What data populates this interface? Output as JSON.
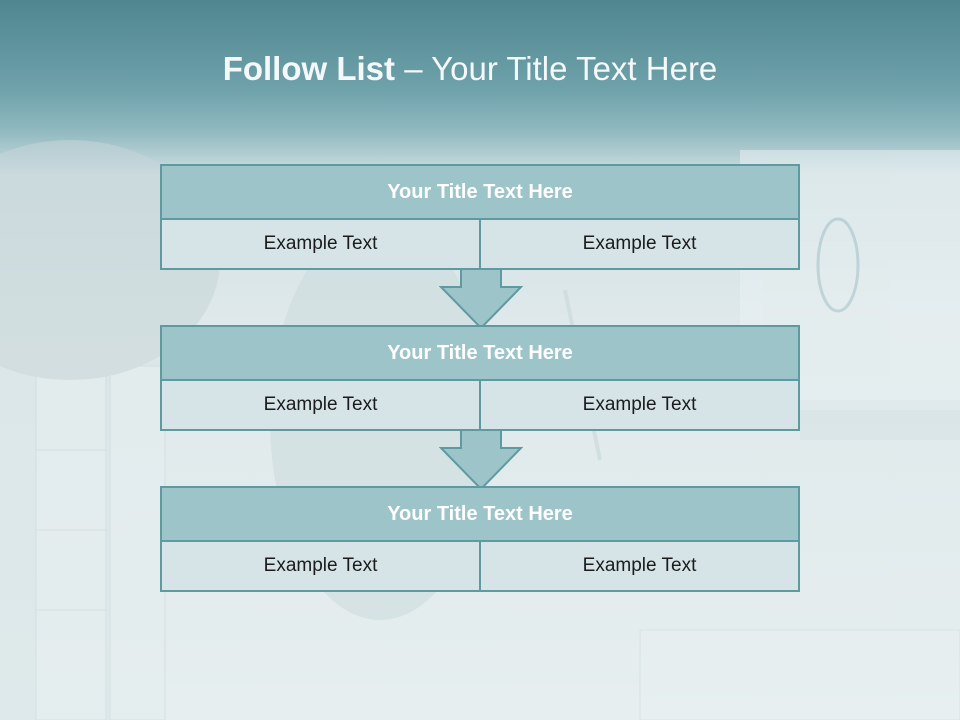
{
  "slide": {
    "title_bold": "Follow List",
    "title_rest": " – Your Title Text Here"
  },
  "steps": [
    {
      "title": "Your Title Text Here",
      "left": "Example Text",
      "right": "Example Text"
    },
    {
      "title": "Your Title Text Here",
      "left": "Example Text",
      "right": "Example Text"
    },
    {
      "title": "Your Title Text Here",
      "left": "Example Text",
      "right": "Example Text"
    }
  ],
  "colors": {
    "header_fill": "#9cc4c9",
    "cell_fill": "#d6e4e7",
    "border": "#5f9aa1",
    "title_text": "#ffffff"
  }
}
